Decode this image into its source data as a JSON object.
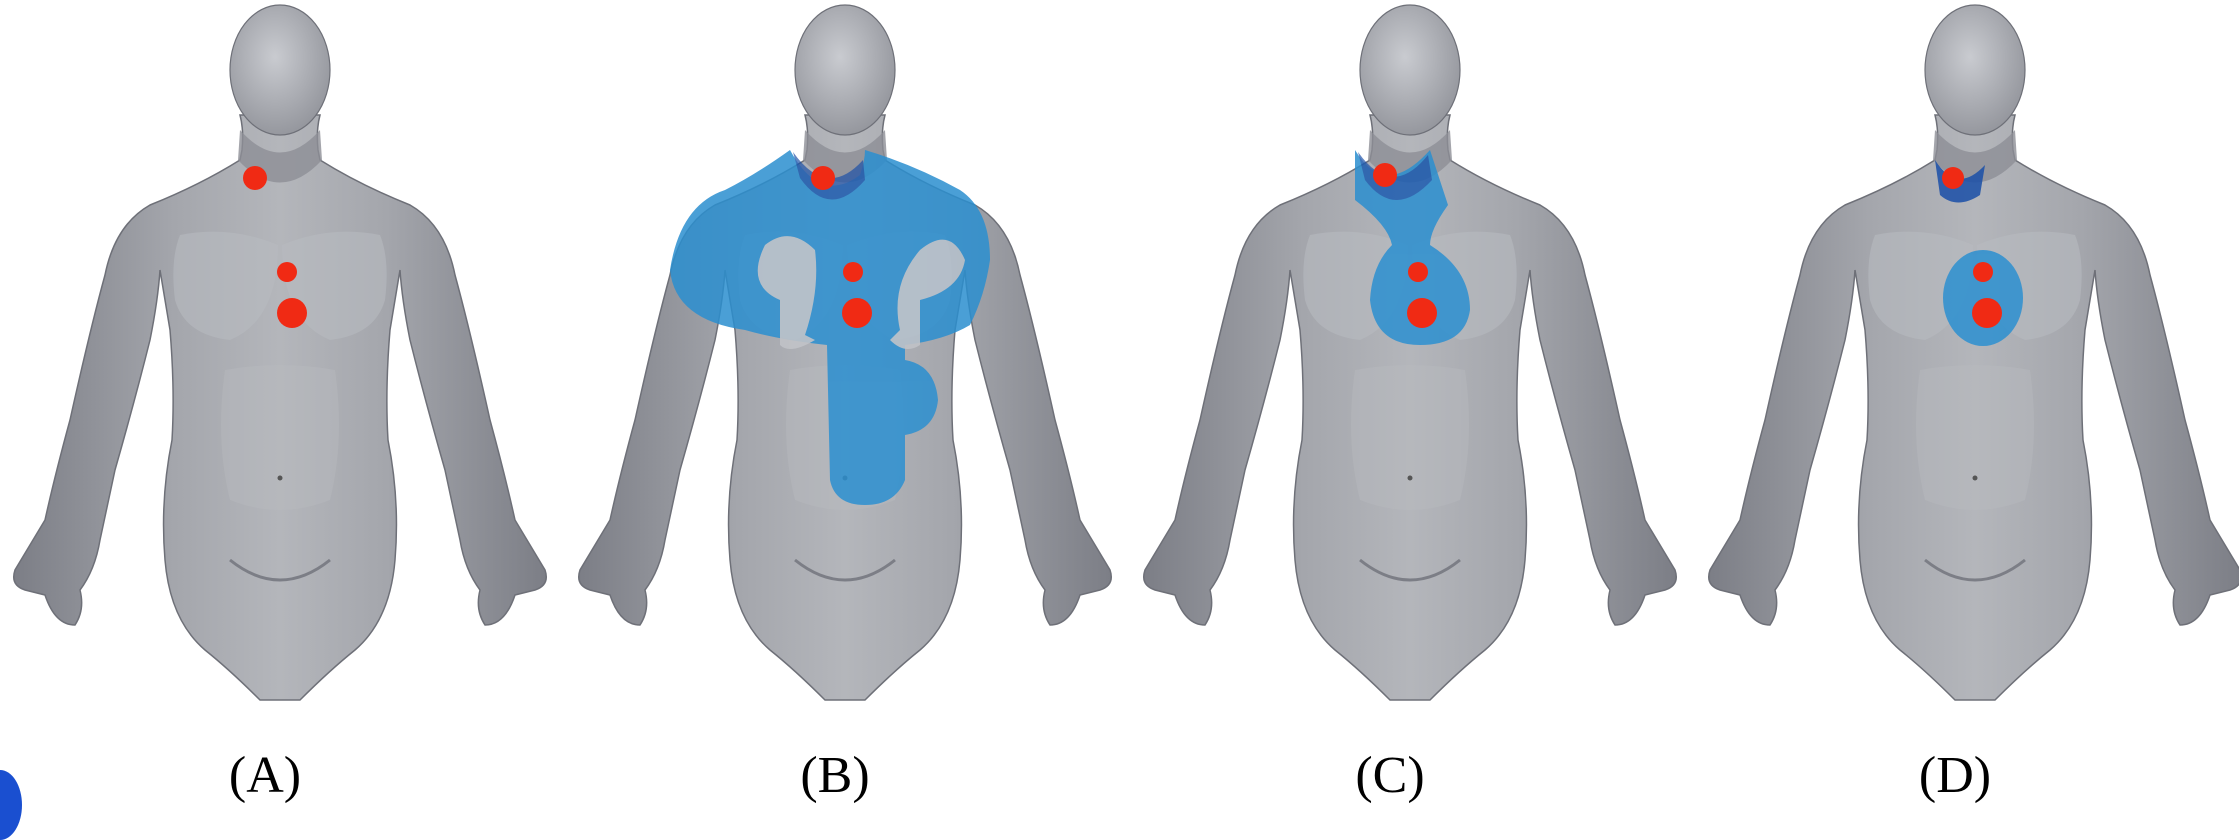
{
  "panels": [
    {
      "label": "(A)",
      "highlight": "none"
    },
    {
      "label": "(B)",
      "highlight": "neck-shoulders-chest-abdomen"
    },
    {
      "label": "(C)",
      "highlight": "neck-to-sternum"
    },
    {
      "label": "(D)",
      "highlight": "sternum-oval"
    }
  ],
  "colors": {
    "body": "#9ea0a6",
    "body_dark": "#7c7e86",
    "body_light": "#c4c6cb",
    "point": "#f02a14",
    "highlight": "#2b8fd0",
    "highlight_dark": "#1a4fa8"
  }
}
